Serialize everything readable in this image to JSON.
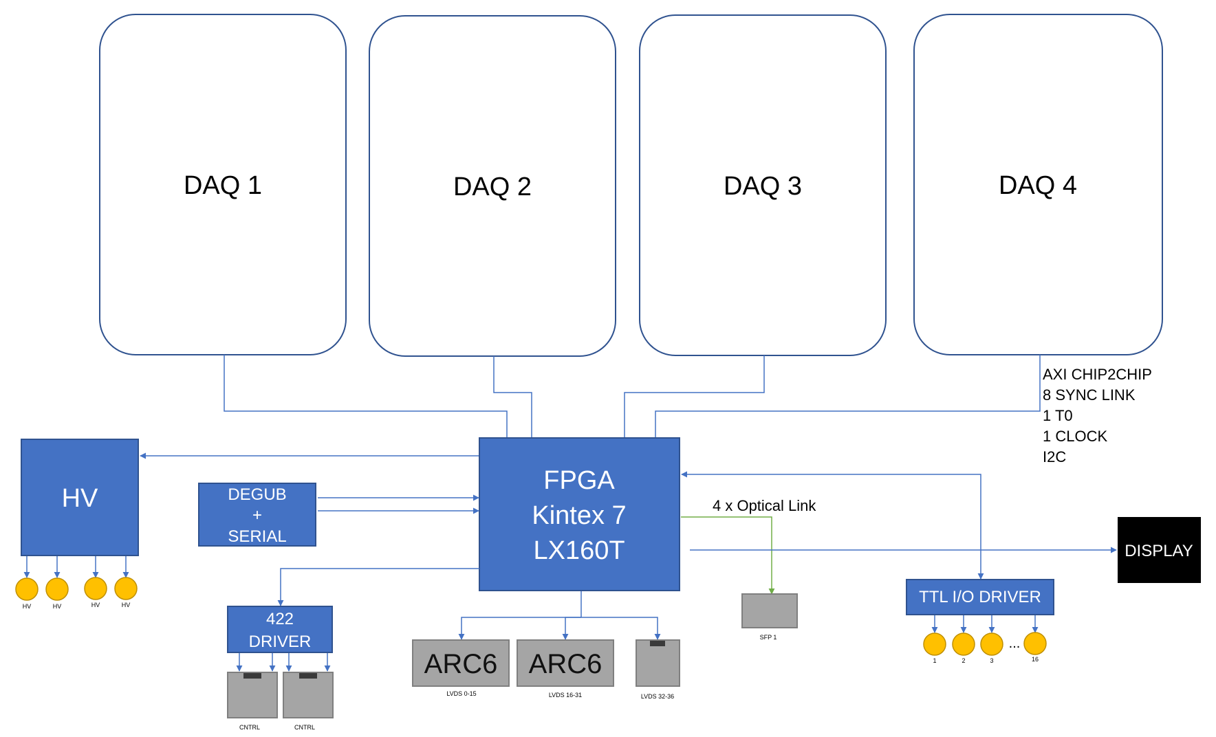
{
  "daq": [
    {
      "label": "DAQ 1"
    },
    {
      "label": "DAQ 2"
    },
    {
      "label": "DAQ 3"
    },
    {
      "label": "DAQ 4"
    }
  ],
  "fpga": {
    "lines": [
      "FPGA",
      "Kintex 7",
      "LX160T"
    ]
  },
  "hv": {
    "label": "HV",
    "connectors": [
      "HV",
      "HV",
      "HV",
      "HV"
    ]
  },
  "debug": {
    "lines": [
      "DEGUB",
      "+",
      "SERIAL"
    ]
  },
  "driver422": {
    "lines": [
      "422",
      "DRIVER"
    ],
    "connectors": [
      "CNTRL",
      "CNTRL"
    ]
  },
  "arc": [
    {
      "label": "ARC6",
      "caption": "LVDS 0-15"
    },
    {
      "label": "ARC6",
      "caption": "LVDS 16-31"
    }
  ],
  "lvds3": {
    "caption": "LVDS 32-36"
  },
  "sfp": {
    "caption": "SFP 1"
  },
  "optical_label": "4 x Optical Link",
  "ttl": {
    "label": "TTL I/O DRIVER",
    "connectors": [
      "1",
      "2",
      "3",
      "16"
    ],
    "ellipsis": "..."
  },
  "display": {
    "label": "DISPLAY"
  },
  "link_info": [
    "AXI CHIP2CHIP",
    "8 SYNC LINK",
    "1 T0",
    "1 CLOCK",
    "I2C"
  ],
  "colors": {
    "block_fill": "#4472c4",
    "block_border": "#2f528f",
    "line": "#4472c4",
    "optical": "#70ad47",
    "gray_fill": "#a5a5a5",
    "gray_border": "#7f7f7f",
    "connector": "#ffc000",
    "connector_border": "#bf8f00",
    "display_fill": "#000000"
  }
}
